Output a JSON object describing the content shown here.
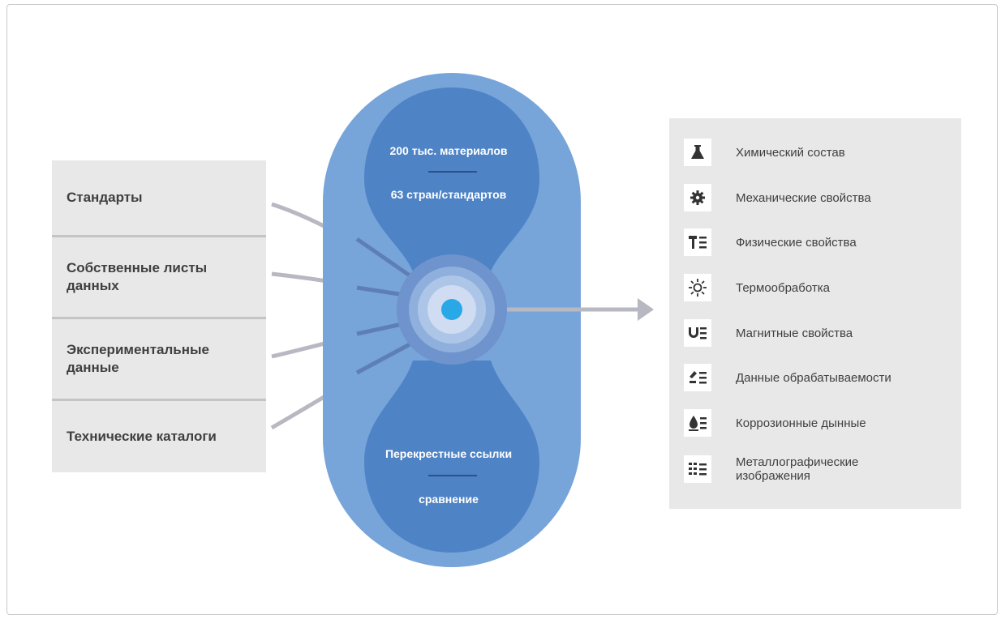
{
  "sources": [
    {
      "label": "Стандарты"
    },
    {
      "label": "Собственные листы",
      "label2": "данных"
    },
    {
      "label": "Экспериментальные",
      "label2": "данные"
    },
    {
      "label": "Технические каталоги"
    }
  ],
  "center": {
    "top_line1": "200 тыс. материалов",
    "top_line2": "63 стран/стандартов",
    "bottom_line1": "Перекрестные ссылки",
    "bottom_line2": "сравнение"
  },
  "properties": [
    {
      "label": "Химический состав",
      "icon": "flask-icon"
    },
    {
      "label": "Механические свойства",
      "icon": "gear-icon"
    },
    {
      "label": "Физические свойства",
      "icon": "hammer-list-icon"
    },
    {
      "label": "Термообработка",
      "icon": "sun-icon"
    },
    {
      "label": "Магнитные свойства",
      "icon": "magnet-list-icon"
    },
    {
      "label": "Данные обрабатываемости",
      "icon": "tool-list-icon"
    },
    {
      "label": "Коррозионные дынные",
      "icon": "drop-list-icon"
    },
    {
      "label": "Металлографические",
      "label2": "изображения",
      "icon": "grid-list-icon"
    }
  ],
  "colors": {
    "capsule_outer": "#77a4d9",
    "bulb": "#4e83c5",
    "core": "#29a8e8",
    "connector": "#b8b8c2",
    "panel": "#e8e8e8"
  }
}
